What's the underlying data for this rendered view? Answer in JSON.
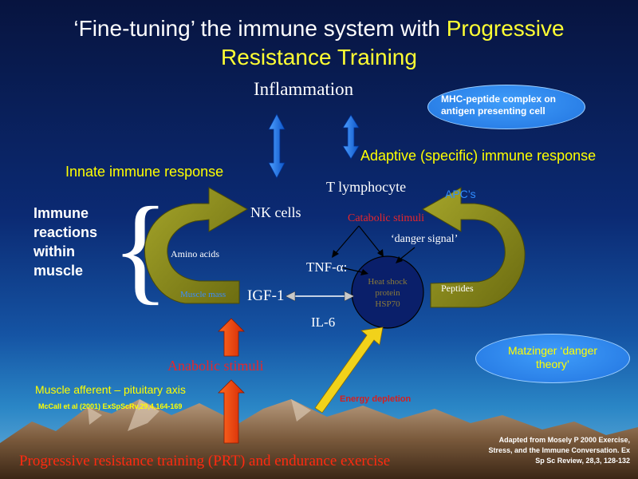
{
  "title": {
    "part1": "‘Fine-tuning’ the immune system with ",
    "highlight_line1": "Progressive",
    "highlight_line2": "Resistance Training"
  },
  "labels": {
    "inflammation": "Inflammation",
    "mhc_line1": "MHC-peptide complex on",
    "mhc_line2": "antigen presenting cell",
    "adaptive": "Adaptive (specific) immune response",
    "innate": "Innate immune response",
    "t_lymphocyte": "T lymphocyte",
    "apcs": "APC’s",
    "nk_cells": "NK cells",
    "catabolic": "Catabolic stimuli",
    "danger_signal": "‘danger signal’",
    "immune_line1": "Immune",
    "immune_line2": "reactions",
    "immune_line3": "within",
    "immune_line4": "muscle",
    "amino_acids": "Amino acids",
    "tnf": "TNF-α:",
    "hsp_line1": "Heat shock",
    "hsp_line2": "protein",
    "hsp_line3": "HSP70",
    "peptides": "Peptides",
    "muscle_mass": "Muscle mass",
    "igf1": "IGF-1",
    "il6": "IL-6",
    "matzinger_line1": "Matzinger ‘danger",
    "matzinger_line2": "theory’",
    "anabolic": "Anabolic stimuli",
    "afferent": "Muscle afferent – pituitary axis",
    "mccall": "McCall et al (2001) ExSpScRv,29,4,164-169",
    "energy": "Energy depletion",
    "adapted_line1": "Adapted from Mosely P 2000 Exercise,",
    "adapted_line2": "Stress, and the Immune Conversation. Ex",
    "adapted_line3": "Sp Sc Review, 28,3, 128-132",
    "prt": "Progressive resistance training (PRT) and endurance exercise"
  },
  "colors": {
    "olive_arrow": "#8a8a1a",
    "blue_arrow": "#1a6fe0",
    "red_arrow": "#f03a10",
    "yellow_arrow": "#f2d21a",
    "ellipse_fill": "#2a80ea"
  }
}
